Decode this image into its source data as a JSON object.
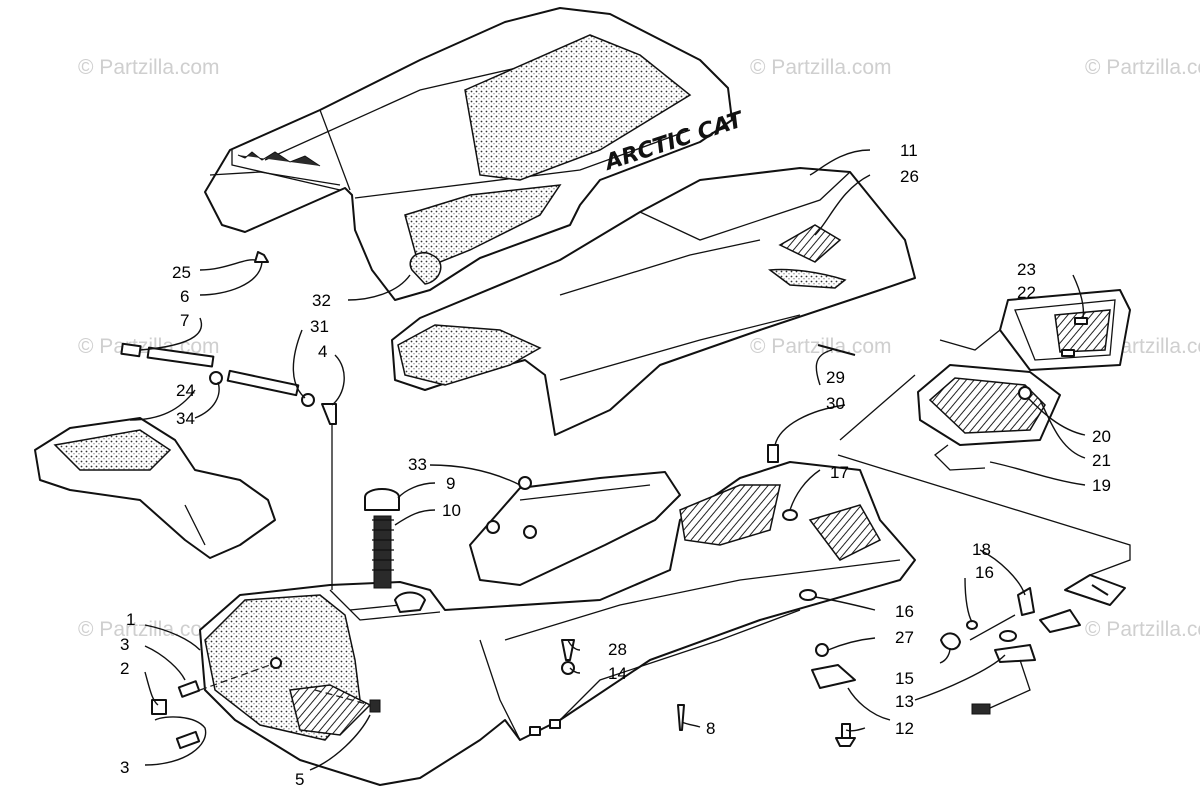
{
  "watermark": {
    "text": "© Partzilla.com"
  },
  "seat_brand": "ARCTIC CAT",
  "callouts": [
    "1",
    "2",
    "3",
    "3",
    "4",
    "5",
    "6",
    "7",
    "8",
    "9",
    "10",
    "11",
    "12",
    "13",
    "14",
    "15",
    "16",
    "16",
    "17",
    "18",
    "19",
    "20",
    "21",
    "22",
    "23",
    "24",
    "25",
    "26",
    "27",
    "28",
    "29",
    "30",
    "31",
    "32",
    "33",
    "34"
  ]
}
